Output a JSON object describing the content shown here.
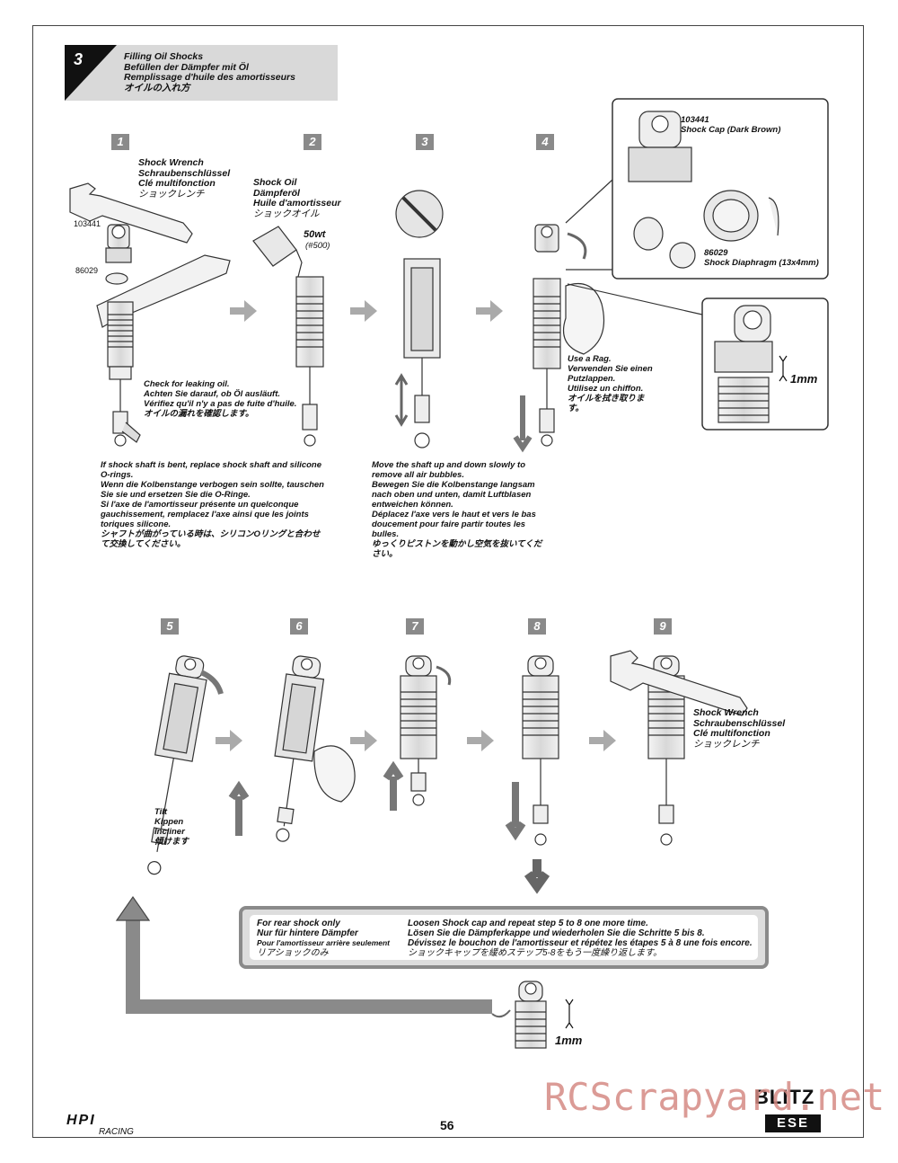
{
  "header": {
    "step_number": "3",
    "title_en": "Filling Oil Shocks",
    "title_de": "Befüllen der Dämpfer mit Öl",
    "title_fr": "Remplissage d'huile des amortisseurs",
    "title_jp": "オイルの入れ方"
  },
  "steps": [
    "1",
    "2",
    "3",
    "4",
    "5",
    "6",
    "7",
    "8",
    "9"
  ],
  "step1": {
    "tool_en": "Shock Wrench",
    "tool_de": "Schraubenschlüssel",
    "tool_fr": "Clé multifonction",
    "tool_jp": "ショックレンチ",
    "part_a": "103441",
    "part_b": "86029",
    "check_en": "Check for leaking oil.",
    "check_de": "Achten Sie darauf, ob Öl ausläuft.",
    "check_fr": "Vérifiez qu'il n'y a pas de fuite d'huile.",
    "check_jp": "オイルの漏れを確認します。",
    "note_en": "If shock shaft is bent, replace shock shaft and silicone O-rings.",
    "note_de": "Wenn die Kolbenstange verbogen sein sollte, tauschen Sie sie und ersetzen Sie die O-Ringe.",
    "note_fr": "Si l'axe de l'amortisseur présente un quelconque gauchissement, remplacez l'axe ainsi que les joints toriques silicone.",
    "note_jp": "シャフトが曲がっている時は、シリコンOリングと合わせて交換してください。"
  },
  "step2": {
    "oil_en": "Shock Oil",
    "oil_de": "Dämpferöl",
    "oil_fr": "Huile d'amortisseur",
    "oil_jp": "ショックオイル",
    "oil_weight": "50wt",
    "oil_code": "(#500)"
  },
  "step3": {
    "note_en": "Move the shaft up and down slowly to remove all air bubbles.",
    "note_de": "Bewegen Sie die Kolbenstange langsam nach oben und unten, damit Luftblasen entweichen können.",
    "note_fr": "Déplacez l'axe vers le haut et vers le bas doucement pour faire partir toutes les bulles.",
    "note_jp": "ゆっくりピストンを動かし空気を抜いてください。"
  },
  "step4": {
    "rag_en": "Use a Rag.",
    "rag_de": "Verwenden Sie einen Putzlappen.",
    "rag_fr": "Utilisez un chiffon.",
    "rag_jp": "オイルを拭き取ります。",
    "cap_part": "103441",
    "cap_name": "Shock Cap (Dark Brown)",
    "diaphragm_part": "86029",
    "diaphragm_name": "Shock Diaphragm (13x4mm)",
    "gap": "1mm"
  },
  "step5": {
    "tilt_en": "Tilt",
    "tilt_de": "Kippen",
    "tilt_fr": "Incliner",
    "tilt_jp": "傾けます"
  },
  "step9": {
    "tool_en": "Shock Wrench",
    "tool_de": "Schraubenschlüssel",
    "tool_fr": "Clé multifonction",
    "tool_jp": "ショックレンチ"
  },
  "rear_note": {
    "left_en": "For rear shock only",
    "left_de": "Nur für hintere Dämpfer",
    "left_fr": "Pour l'amortisseur arrière seulement",
    "left_jp": "リアショックのみ",
    "right_en": "Loosen Shock cap and repeat step 5 to 8 one more time.",
    "right_de": "Lösen Sie die Dämpferkappe und wiederholen Sie die Schritte 5 bis 8.",
    "right_fr": "Dévissez le bouchon de l'amortisseur et répétez les étapes 5 à 8 une fois encore.",
    "right_jp": "ショックキャップを緩めステップ5-8をもう一度繰り返します。",
    "gap": "1mm"
  },
  "footer": {
    "page_number": "56",
    "brand": "HPI",
    "brand_sub": "RACING",
    "model": "BLITZ",
    "model_sub": "ESE",
    "watermark": "RCScrapyard.net"
  }
}
